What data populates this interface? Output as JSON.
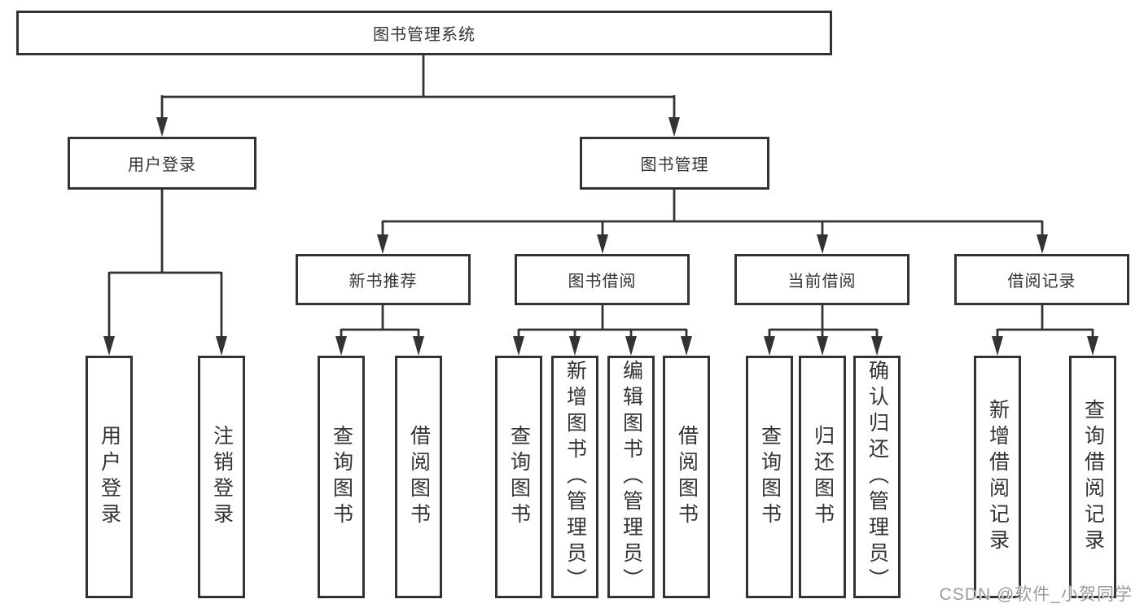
{
  "diagram": {
    "root_label": "图书管理系统",
    "level2": {
      "user_login": "用户登录",
      "book_management": "图书管理"
    },
    "level3": {
      "new_book_recommend": "新书推荐",
      "book_borrow": "图书借阅",
      "current_borrow": "当前借阅",
      "borrow_records": "借阅记录"
    },
    "leaves": {
      "user_login": [
        "用户登录",
        "注销登录"
      ],
      "new_book_recommend": [
        "查询图书",
        "借阅图书"
      ],
      "book_borrow": [
        "查询图书",
        "新增图书（管理员）",
        "编辑图书（管理员）",
        "借阅图书"
      ],
      "current_borrow": [
        "查询图书",
        "归还图书",
        "确认归还（管理员）"
      ],
      "borrow_records": [
        "新增借阅记录",
        "查询借阅记录"
      ]
    },
    "colors": {
      "line": "#333333",
      "text": "#333333",
      "box_background": "#ffffff",
      "watermark": "#9b9b9b"
    }
  },
  "watermark": "CSDN @软件_小贺同学"
}
